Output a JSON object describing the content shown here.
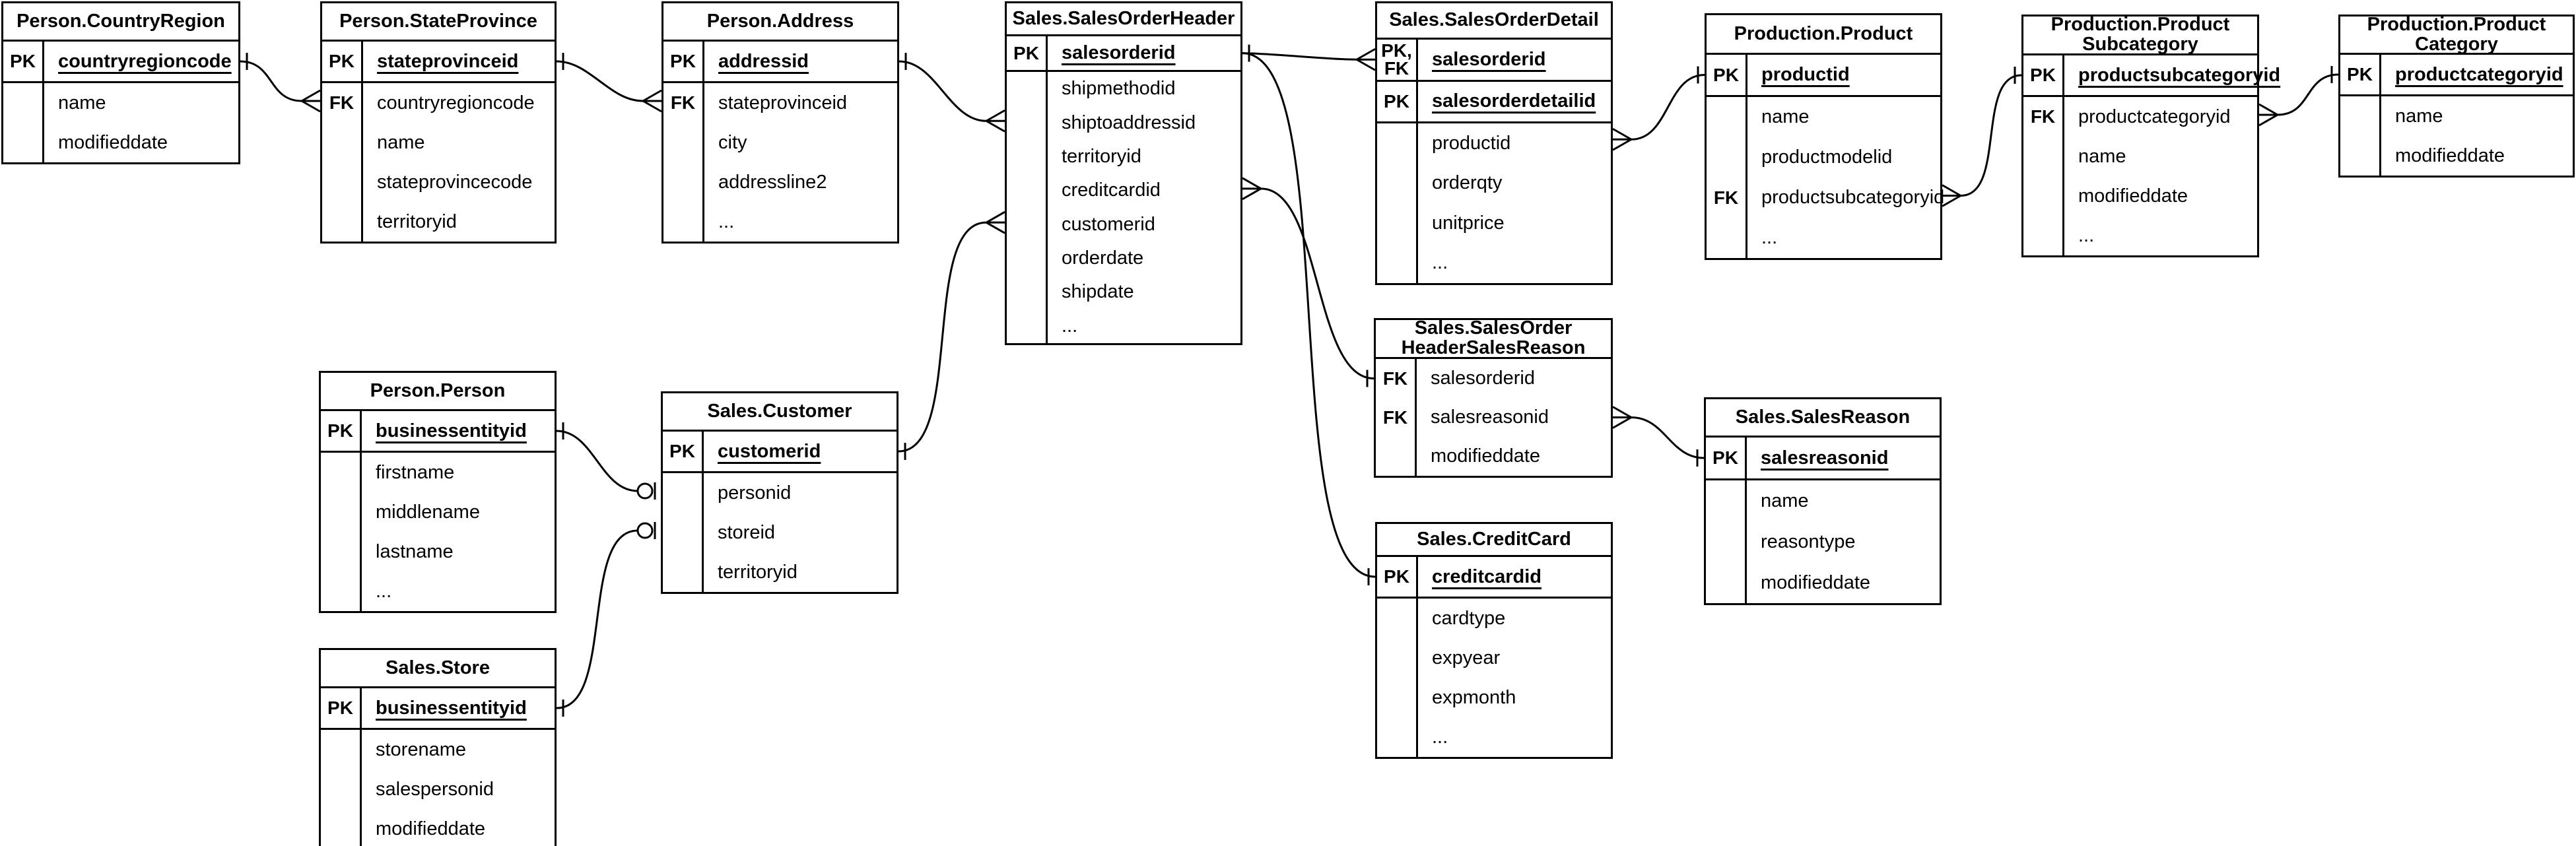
{
  "diagram": {
    "tables": [
      {
        "id": "person_countryregion",
        "title": "Person.CountryRegion",
        "sections": [
          [
            {
              "key": "PK",
              "field": "countryregioncode",
              "pk": true
            }
          ],
          [
            {
              "key": "",
              "field": "name"
            },
            {
              "key": "",
              "field": "modifieddate"
            }
          ]
        ]
      },
      {
        "id": "person_stateprovince",
        "title": "Person.StateProvince",
        "sections": [
          [
            {
              "key": "PK",
              "field": "stateprovinceid",
              "pk": true
            }
          ],
          [
            {
              "key": "FK",
              "field": "countryregioncode"
            },
            {
              "key": "",
              "field": "name"
            },
            {
              "key": "",
              "field": "stateprovincecode"
            },
            {
              "key": "",
              "field": "territoryid"
            }
          ]
        ]
      },
      {
        "id": "person_address",
        "title": "Person.Address",
        "sections": [
          [
            {
              "key": "PK",
              "field": "addressid",
              "pk": true
            }
          ],
          [
            {
              "key": "FK",
              "field": "stateprovinceid"
            },
            {
              "key": "",
              "field": "city"
            },
            {
              "key": "",
              "field": "addressline2"
            },
            {
              "key": "",
              "field": "..."
            }
          ]
        ]
      },
      {
        "id": "sales_salesorderheader",
        "title": "Sales.SalesOrderHeader",
        "sections": [
          [
            {
              "key": "PK",
              "field": "salesorderid",
              "pk": true
            }
          ],
          [
            {
              "key": "",
              "field": "shipmethodid"
            },
            {
              "key": "",
              "field": "shiptoaddressid"
            },
            {
              "key": "",
              "field": "territoryid"
            },
            {
              "key": "",
              "field": "creditcardid"
            },
            {
              "key": "",
              "field": "customerid"
            },
            {
              "key": "",
              "field": "orderdate"
            },
            {
              "key": "",
              "field": "shipdate"
            },
            {
              "key": "",
              "field": "..."
            }
          ]
        ]
      },
      {
        "id": "sales_salesorderdetail",
        "title": "Sales.SalesOrderDetail",
        "sections": [
          [
            {
              "key": "PK,\nFK",
              "field": "salesorderid",
              "pk": true
            }
          ],
          [
            {
              "key": "PK",
              "field": "salesorderdetailid",
              "pk": true
            }
          ],
          [
            {
              "key": "",
              "field": "productid"
            },
            {
              "key": "",
              "field": "orderqty"
            },
            {
              "key": "",
              "field": "unitprice"
            },
            {
              "key": "",
              "field": "..."
            }
          ]
        ]
      },
      {
        "id": "production_product",
        "title": "Production.Product",
        "sections": [
          [
            {
              "key": "PK",
              "field": "productid",
              "pk": true
            }
          ],
          [
            {
              "key": "",
              "field": "name"
            },
            {
              "key": "",
              "field": "productmodelid"
            },
            {
              "key": "FK",
              "field": "productsubcategoryid"
            },
            {
              "key": "",
              "field": "..."
            }
          ]
        ]
      },
      {
        "id": "production_productsubcategory",
        "title": "Production.Product\nSubcategory",
        "sections": [
          [
            {
              "key": "PK",
              "field": "productsubcategoryid",
              "pk": true
            }
          ],
          [
            {
              "key": "FK",
              "field": "productcategoryid"
            },
            {
              "key": "",
              "field": "name"
            },
            {
              "key": "",
              "field": "modifieddate"
            },
            {
              "key": "",
              "field": "..."
            }
          ]
        ]
      },
      {
        "id": "production_productcategory",
        "title": "Production.Product\nCategory",
        "sections": [
          [
            {
              "key": "PK",
              "field": "productcategoryid",
              "pk": true
            }
          ],
          [
            {
              "key": "",
              "field": "name"
            },
            {
              "key": "",
              "field": "modifieddate"
            }
          ]
        ]
      },
      {
        "id": "person_person",
        "title": "Person.Person",
        "sections": [
          [
            {
              "key": "PK",
              "field": "businessentityid",
              "pk": true
            }
          ],
          [
            {
              "key": "",
              "field": "firstname"
            },
            {
              "key": "",
              "field": "middlename"
            },
            {
              "key": "",
              "field": "lastname"
            },
            {
              "key": "",
              "field": "..."
            }
          ]
        ]
      },
      {
        "id": "sales_customer",
        "title": "Sales.Customer",
        "sections": [
          [
            {
              "key": "PK",
              "field": "customerid",
              "pk": true
            }
          ],
          [
            {
              "key": "",
              "field": "personid"
            },
            {
              "key": "",
              "field": "storeid"
            },
            {
              "key": "",
              "field": "territoryid"
            }
          ]
        ]
      },
      {
        "id": "sales_store",
        "title": "Sales.Store",
        "sections": [
          [
            {
              "key": "PK",
              "field": "businessentityid",
              "pk": true
            }
          ],
          [
            {
              "key": "",
              "field": "storename"
            },
            {
              "key": "",
              "field": "salespersonid"
            },
            {
              "key": "",
              "field": "modifieddate"
            }
          ]
        ]
      },
      {
        "id": "sales_salesorderheadersalesreason",
        "title": "Sales.SalesOrder\nHeaderSalesReason",
        "sections": [
          [
            {
              "key": "FK",
              "field": "salesorderid"
            },
            {
              "key": "FK",
              "field": "salesreasonid"
            },
            {
              "key": "",
              "field": "modifieddate"
            }
          ]
        ]
      },
      {
        "id": "sales_salesreason",
        "title": "Sales.SalesReason",
        "sections": [
          [
            {
              "key": "PK",
              "field": "salesreasonid",
              "pk": true
            }
          ],
          [
            {
              "key": "",
              "field": "name"
            },
            {
              "key": "",
              "field": "reasontype"
            },
            {
              "key": "",
              "field": "modifieddate"
            }
          ]
        ]
      },
      {
        "id": "sales_creditcard",
        "title": "Sales.CreditCard",
        "sections": [
          [
            {
              "key": "PK",
              "field": "creditcardid",
              "pk": true
            }
          ],
          [
            {
              "key": "",
              "field": "cardtype"
            },
            {
              "key": "",
              "field": "expyear"
            },
            {
              "key": "",
              "field": "expmonth"
            },
            {
              "key": "",
              "field": "..."
            }
          ]
        ]
      }
    ],
    "relationships": [
      {
        "from_table": "person_countryregion",
        "from_field": "countryregioncode",
        "from_card": "one",
        "to_table": "person_stateprovince",
        "to_field": "countryregioncode",
        "to_card": "many"
      },
      {
        "from_table": "person_stateprovince",
        "from_field": "stateprovinceid",
        "from_card": "one",
        "to_table": "person_address",
        "to_field": "stateprovinceid",
        "to_card": "many"
      },
      {
        "from_table": "person_address",
        "from_field": "addressid",
        "from_card": "one",
        "to_table": "sales_salesorderheader",
        "to_field": "shiptoaddressid",
        "to_card": "many"
      },
      {
        "from_table": "sales_customer",
        "from_field": "customerid",
        "from_card": "one",
        "to_table": "sales_salesorderheader",
        "to_field": "customerid",
        "to_card": "many"
      },
      {
        "from_table": "person_person",
        "from_field": "businessentityid",
        "from_card": "one",
        "to_table": "sales_customer",
        "to_field": "personid",
        "to_card": "zero-or-one"
      },
      {
        "from_table": "sales_store",
        "from_field": "businessentityid",
        "from_card": "one",
        "to_table": "sales_customer",
        "to_field": "storeid",
        "to_card": "zero-or-one"
      },
      {
        "from_table": "sales_salesorderheader",
        "from_field": "salesorderid",
        "from_card": "one",
        "to_table": "sales_salesorderdetail",
        "to_field": "salesorderid",
        "to_card": "many"
      },
      {
        "from_table": "sales_salesorderheader",
        "from_field": "salesorderid",
        "from_card": "none",
        "to_table": "sales_creditcard",
        "to_field": "creditcardid",
        "to_card": "one"
      },
      {
        "from_table": "sales_salesorderheader",
        "from_field": "creditcardid",
        "from_card": "many",
        "to_table": "sales_salesorderheadersalesreason",
        "to_field": "salesorderid",
        "to_card": "one"
      },
      {
        "from_table": "sales_salesorderdetail",
        "from_field": "productid",
        "from_card": "many",
        "to_table": "production_product",
        "to_field": "productid",
        "to_card": "one"
      },
      {
        "from_table": "production_product",
        "from_field": "productsubcategoryid",
        "from_card": "many",
        "to_table": "production_productsubcategory",
        "to_field": "productsubcategoryid",
        "to_card": "one"
      },
      {
        "from_table": "production_productsubcategory",
        "from_field": "productcategoryid",
        "from_card": "many",
        "to_table": "production_productcategory",
        "to_field": "productcategoryid",
        "to_card": "one"
      },
      {
        "from_table": "sales_salesorderheadersalesreason",
        "from_field": "salesreasonid",
        "from_card": "many",
        "to_table": "sales_salesreason",
        "to_field": "salesreasonid",
        "to_card": "one"
      }
    ]
  }
}
